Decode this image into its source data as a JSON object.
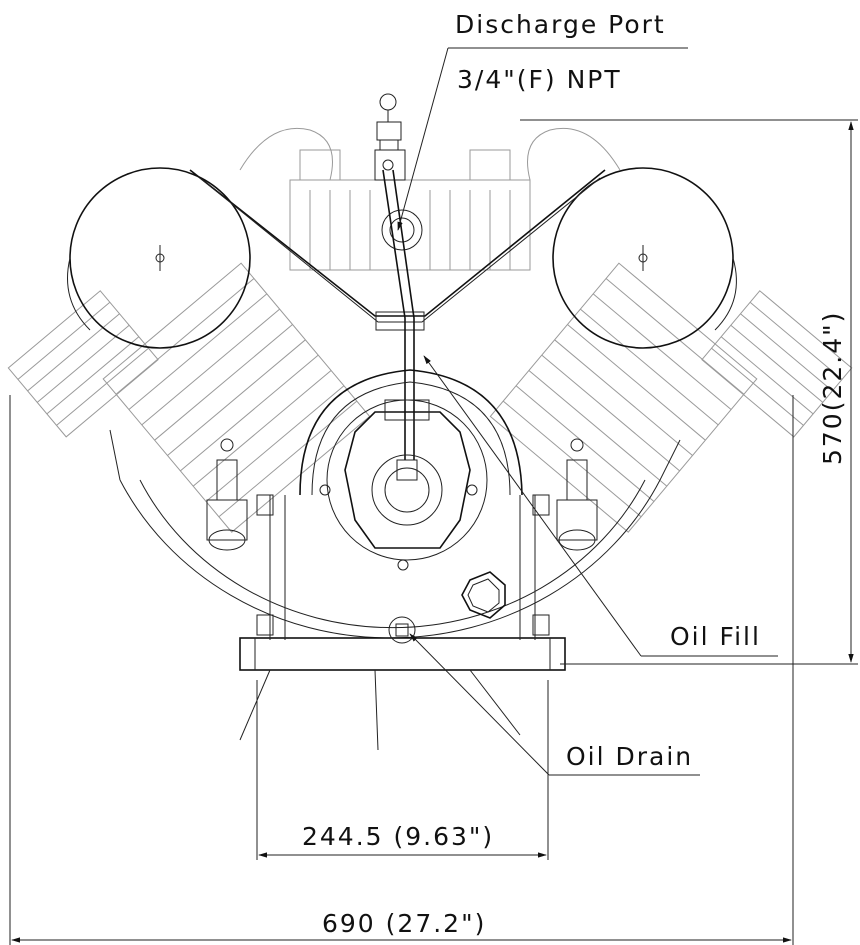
{
  "labels": {
    "discharge_port": "Discharge Port",
    "discharge_spec": "3/4\"(F) NPT",
    "oil_fill": "Oil Fill",
    "oil_drain": "Oil Drain"
  },
  "dimensions": {
    "height": "570(22.4\")",
    "base_width": "244.5 (9.63\")",
    "overall_width": "690 (27.2\")"
  }
}
